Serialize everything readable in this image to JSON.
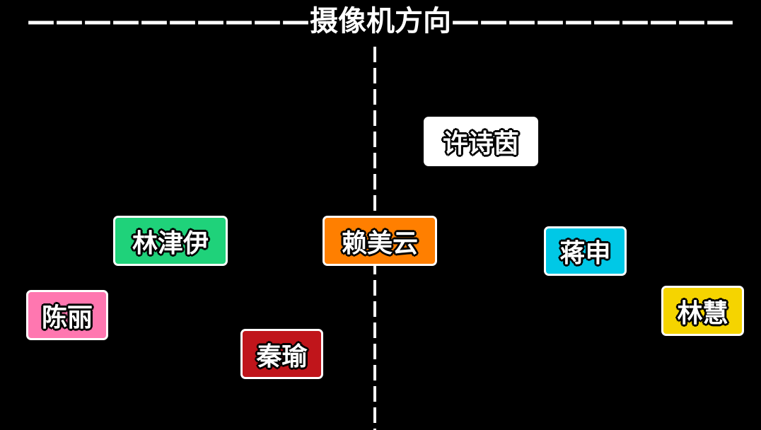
{
  "header": {
    "title": "——————————摄像机方向——————————"
  },
  "tags": [
    {
      "id": "xu-shiyin",
      "label": "许诗茵",
      "color": "#ffffff"
    },
    {
      "id": "lin-jinyi",
      "label": "林津伊",
      "color": "#1fd27a"
    },
    {
      "id": "lai-meiyun",
      "label": "赖美云",
      "color": "#ff7f00"
    },
    {
      "id": "jiang-shen",
      "label": "蒋申",
      "color": "#00c8e6"
    },
    {
      "id": "chen-li",
      "label": "陈丽",
      "color": "#ff77b0"
    },
    {
      "id": "lin-hui",
      "label": "林慧",
      "color": "#f5d400"
    },
    {
      "id": "qin-yu",
      "label": "秦瑜",
      "color": "#c0151b"
    }
  ]
}
